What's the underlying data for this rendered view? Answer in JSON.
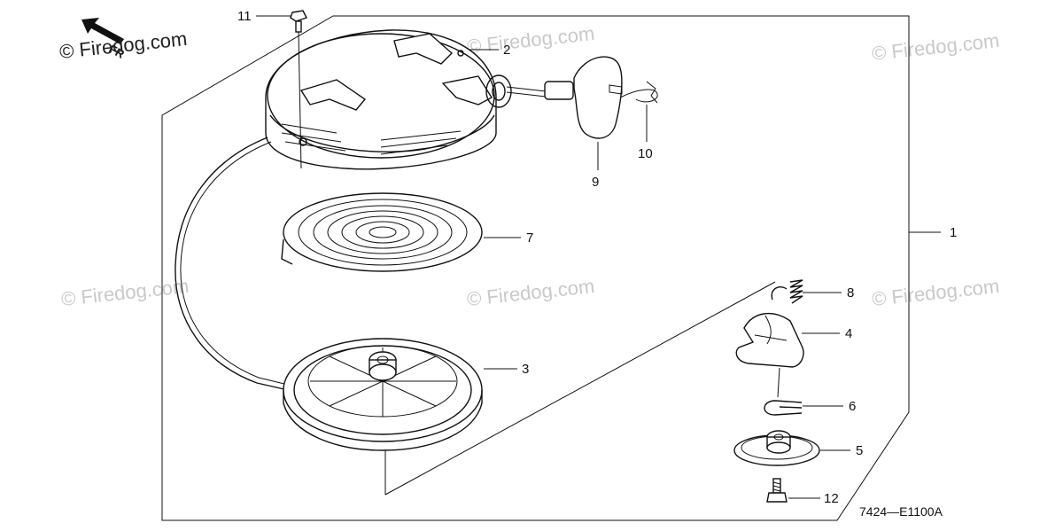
{
  "watermarks": {
    "top_left": "© Firedog.com",
    "repeat": "© Firedog.com"
  },
  "arrow_label": "FR",
  "callouts": {
    "p1": "1",
    "p2": "2",
    "p3": "3",
    "p4": "4",
    "p5": "5",
    "p6": "6",
    "p7": "7",
    "p8": "8",
    "p9": "9",
    "p10": "10",
    "p11": "11",
    "p12": "12"
  },
  "diagram_code": "7424—E1100A",
  "colors": {
    "ink": "#111111",
    "watermark": "#c9c9c9",
    "background": "#ffffff"
  }
}
